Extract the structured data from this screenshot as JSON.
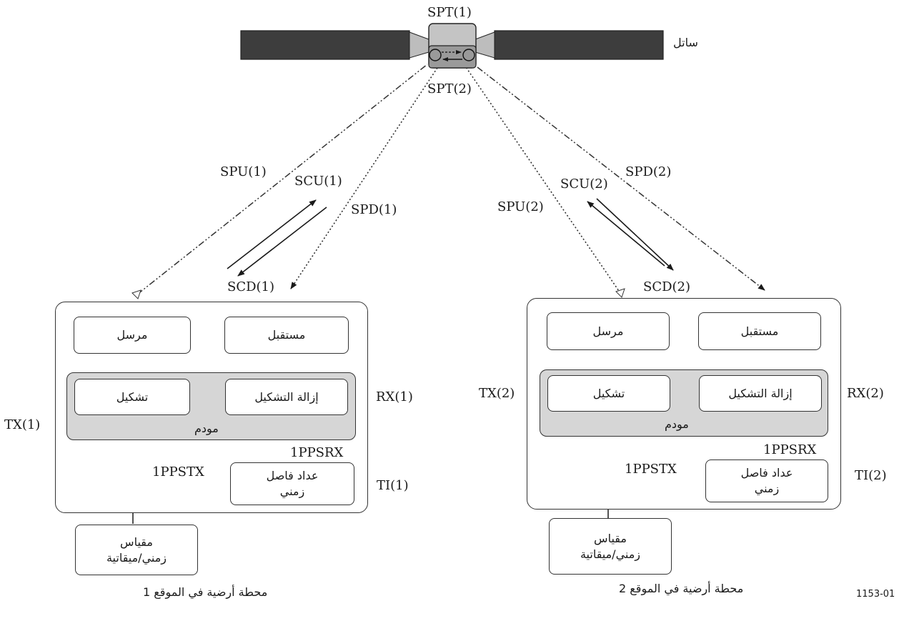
{
  "satellite": {
    "label": "ساتل",
    "spt1": "SPT(1)",
    "spt2": "SPT(2)"
  },
  "links": {
    "spu1": "SPU(1)",
    "scu1": "SCU(1)",
    "spd1": "SPD(1)",
    "scd1": "SCD(1)",
    "spu2": "SPU(2)",
    "scu2": "SCU(2)",
    "spd2": "SPD(2)",
    "scd2": "SCD(2)"
  },
  "station1": {
    "caption": "محطة أرضية في الموقع 1",
    "transmitter": "مرسل",
    "receiver": "مستقبل",
    "modulation": "تشكيل",
    "demodulation": "إزالة التشكيل",
    "modem": "مودم",
    "counter_line1": "عداد فاصل",
    "counter_line2": "زمني",
    "clock_line1": "مقياس",
    "clock_line2": "زمني/ميقاتية",
    "tx": "TX(1)",
    "rx": "RX(1)",
    "ti": "TI(1)",
    "pps_tx": "1PPSTX",
    "pps_rx": "1PPSRX"
  },
  "station2": {
    "caption": "محطة أرضية في الموقع 2",
    "transmitter": "مرسل",
    "receiver": "مستقبل",
    "modulation": "تشكيل",
    "demodulation": "إزالة التشكيل",
    "modem": "مودم",
    "counter_line1": "عداد فاصل",
    "counter_line2": "زمني",
    "clock_line1": "مقياس",
    "clock_line2": "زمني/ميقاتية",
    "tx": "TX(2)",
    "rx": "RX(2)",
    "ti": "TI(2)",
    "pps_tx": "1PPSTX",
    "pps_rx": "1PPSRX"
  },
  "figure_number": "1153-01"
}
